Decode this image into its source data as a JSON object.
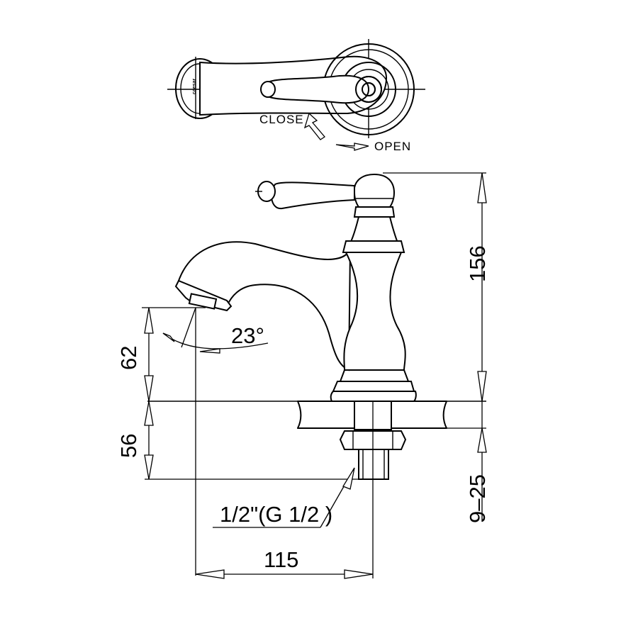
{
  "top_view": {
    "close_label": "CLOSE",
    "open_label": "OPEN",
    "brand_mark": "caesar"
  },
  "dimensions": {
    "height_total": "156",
    "spout_height": "62",
    "deck_depth": "56",
    "deck_thickness": "9–25",
    "reach": "115",
    "spout_angle": "23°",
    "thread_label": "1/2\"(G 1/2 )"
  }
}
